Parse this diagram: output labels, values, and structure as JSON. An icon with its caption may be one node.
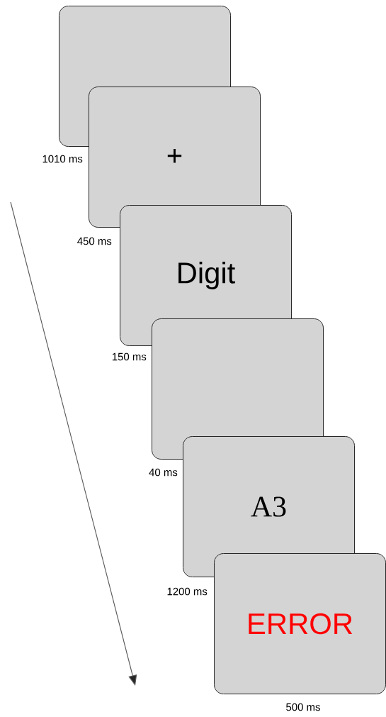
{
  "diagram": {
    "nodes": [
      {
        "text": [],
        "shape": "box",
        "beside": [
          "1010 ms"
        ]
      },
      {
        "text": [
          "+"
        ],
        "beside": [
          "450 ms"
        ]
      },
      {
        "text": [
          "Digit"
        ],
        "beside": [
          "150 ms"
        ]
      },
      {
        "text": [],
        "shape": "box",
        "beside": [
          "40 ms"
        ]
      },
      {
        "text": [
          "A3"
        ],
        "beside": [
          "1200 ms"
        ]
      },
      {
        "text": [
          "ERROR"
        ],
        "beside": [
          "500 ms"
        ]
      }
    ]
  }
}
